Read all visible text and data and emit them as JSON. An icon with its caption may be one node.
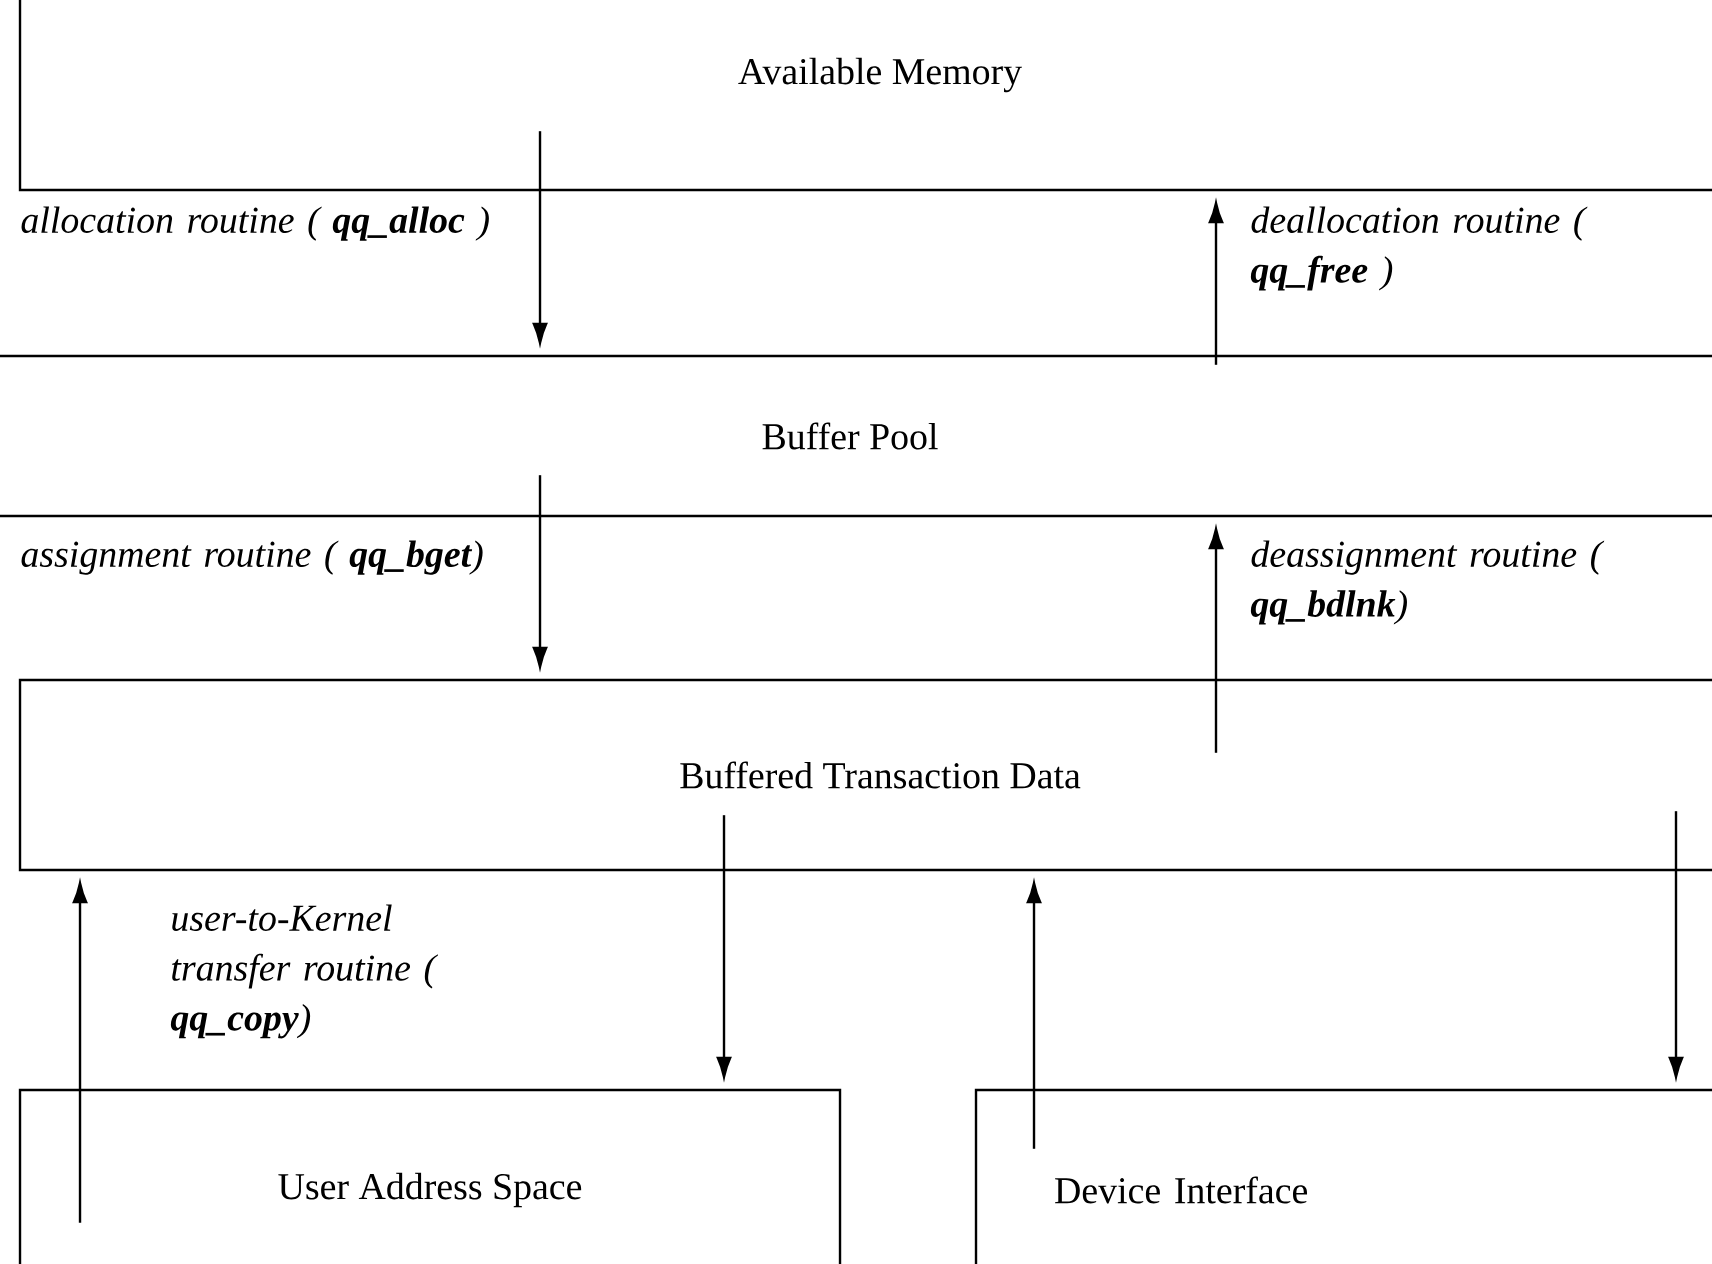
{
  "diagram": {
    "nodes": [
      {
        "text": [
          "Available Memory"
        ]
      },
      {
        "text": [
          "Buffer Pool"
        ]
      },
      {
        "text": [
          "Buffered Transaction Data"
        ]
      },
      {
        "text": [
          "User Address Space"
        ]
      },
      {
        "text": [
          "Device Interface"
        ]
      }
    ],
    "edges": [
      {
        "from": 0,
        "to": 1,
        "arrow": "to",
        "label": "allocation routine ( **qq_alloc** )"
      },
      {
        "from": 1,
        "to": 0,
        "arrow": "to",
        "label": "deallocation routine ( **qq_free** )"
      },
      {
        "from": 1,
        "to": 2,
        "arrow": "to",
        "label": "assignment routine ( **qq_bget**)"
      },
      {
        "from": 2,
        "to": 1,
        "arrow": "to",
        "label": "deassignment routine ( **qq_bdlnk**)"
      },
      {
        "from": 3,
        "to": 2,
        "arrow": "to",
        "label": "user-to-Kernel transfer routine ( **qq_copy**)"
      },
      {
        "from": 2,
        "to": 3,
        "arrow": "to"
      },
      {
        "from": 4,
        "to": 2,
        "arrow": "to"
      },
      {
        "from": 2,
        "to": 4,
        "arrow": "to"
      }
    ]
  }
}
